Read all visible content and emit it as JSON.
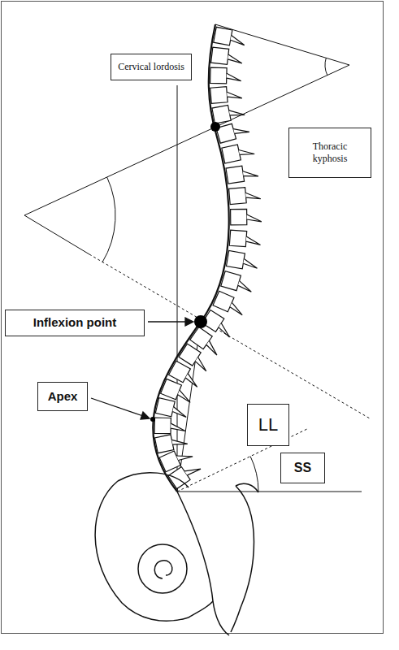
{
  "diagram": {
    "nodes": [
      {
        "text": [
          "Cervical lordosis"
        ]
      },
      {
        "text": [
          "Thoracic kyphosis"
        ]
      },
      {
        "text": [
          "Inflexion point"
        ]
      },
      {
        "text": [
          "Apex"
        ]
      },
      {
        "text": [
          "LL"
        ]
      },
      {
        "text": [
          "SS"
        ]
      }
    ]
  }
}
